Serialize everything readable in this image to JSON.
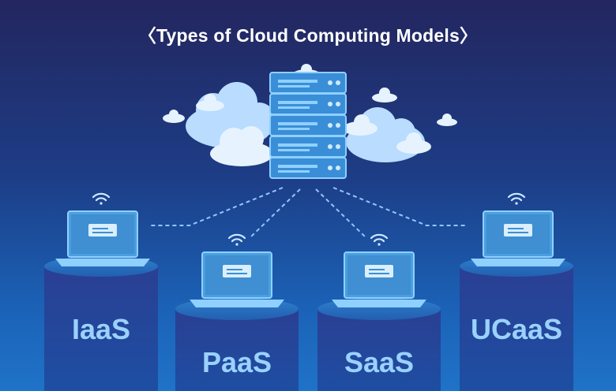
{
  "title": "〈Types of Cloud Computing Models〉",
  "models": [
    {
      "label": "IaaS"
    },
    {
      "label": "PaaS"
    },
    {
      "label": "SaaS"
    },
    {
      "label": "UCaaS"
    }
  ],
  "colors": {
    "accent": "#9ad2ff",
    "laptop": "#4a9fe0",
    "server": "#3a8ed8",
    "cloud": "#cfe8ff"
  }
}
